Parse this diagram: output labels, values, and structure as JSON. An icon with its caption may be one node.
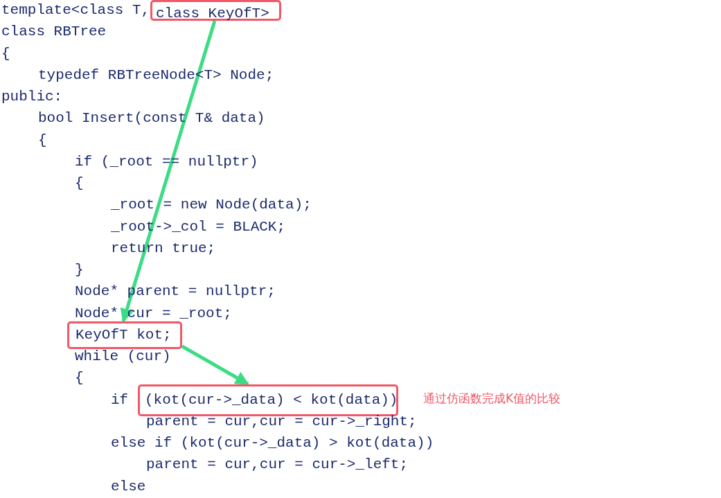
{
  "diagram": {
    "nodes": [
      {
        "text": [
          "class KeyOfT>"
        ]
      },
      {
        "text": [
          "KeyOfT kot;"
        ]
      },
      {
        "text": [
          "(kot(cur->_data) < kot(data))"
        ],
        "beside": [
          "通过仿函数完成K值的比较"
        ]
      }
    ],
    "edges": [
      {
        "from": 0,
        "to": 1,
        "arrow": "to"
      },
      {
        "from": 1,
        "to": 2,
        "arrow": "to"
      }
    ],
    "labels": [
      "template<class T,",
      "class RBTree",
      "{",
      "typedef RBTreeNode<T> Node;",
      "public:",
      "bool Insert(const T& data)",
      "{",
      "if (_root == nullptr)",
      "{",
      "_root = new Node(data);",
      "_root->_col = BLACK;",
      "return true;",
      "}",
      "Node* parent = nullptr;",
      "Node* cur = _root;",
      "while (cur)",
      "{",
      "if",
      "parent = cur,cur = cur->_right;",
      "else if (kot(cur->_data) > kot(data))",
      "parent = cur,cur = cur->_left;",
      "else"
    ]
  }
}
